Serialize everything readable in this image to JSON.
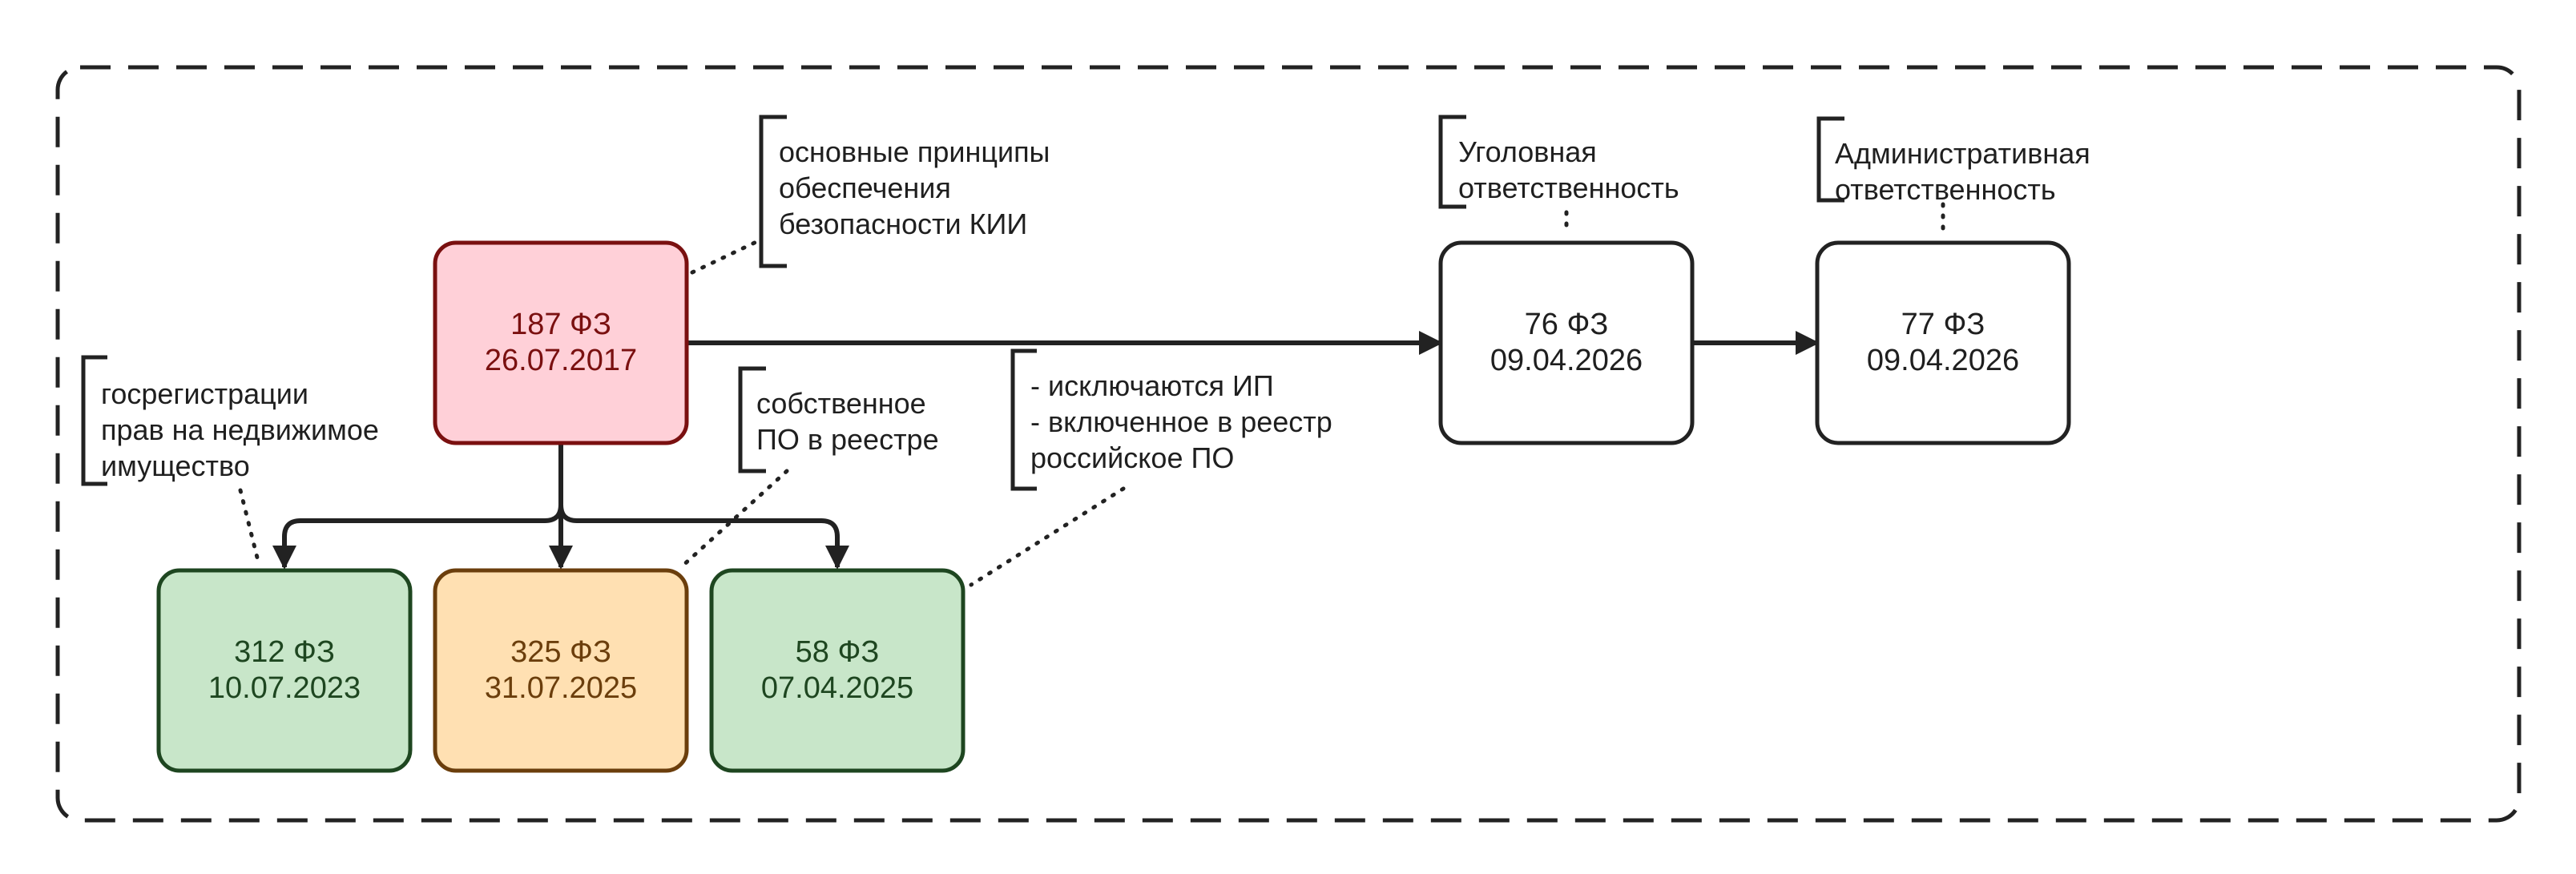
{
  "colors": {
    "red_fill": "#ffd0d8",
    "red_stroke": "#7a1010",
    "red_text": "#7a1010",
    "green_fill": "#c8e6c9",
    "green_stroke": "#1e4620",
    "green_text": "#1e4620",
    "orange_fill": "#ffe0b2",
    "orange_stroke": "#6b3e0c",
    "orange_text": "#6b3e0c",
    "white_fill": "#ffffff",
    "black_stroke": "#222222",
    "black_text": "#1f1f1f"
  },
  "nodes": {
    "n187": {
      "line1": "187 ФЗ",
      "line2": "26.07.2017"
    },
    "n312": {
      "line1": "312 ФЗ",
      "line2": "10.07.2023"
    },
    "n325": {
      "line1": "325 ФЗ",
      "line2": "31.07.2025"
    },
    "n58": {
      "line1": "58 ФЗ",
      "line2": "07.04.2025"
    },
    "n76": {
      "line1": "76 ФЗ",
      "line2": "09.04.2026"
    },
    "n77": {
      "line1": "77 ФЗ",
      "line2": "09.04.2026"
    }
  },
  "notes": {
    "principles": [
      "основные принципы",
      "обеспечения",
      "безопасности КИИ"
    ],
    "registration": [
      "госрегистрации",
      "прав на недвижимое",
      "имущество"
    ],
    "own_software": [
      "собственное",
      "ПО в реестре"
    ],
    "exclusions": [
      "- исключаются ИП",
      "- включенное в реестр",
      "российское ПО"
    ],
    "criminal": [
      "Уголовная",
      "ответственность"
    ],
    "administrative": [
      "Административная",
      "ответственность"
    ]
  }
}
